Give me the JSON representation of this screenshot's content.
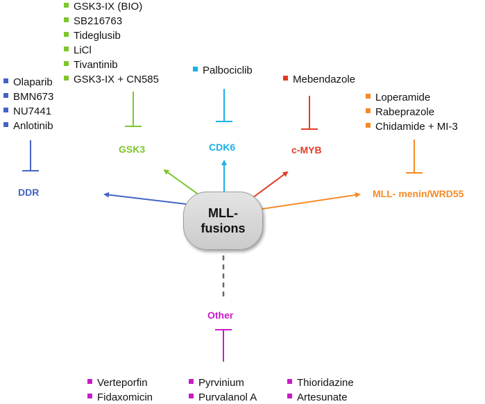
{
  "colors": {
    "ddr": "#4363c4",
    "gsk3": "#7dc62c",
    "cdk6": "#1ab0e6",
    "cmyb": "#e23b25",
    "mll_menin": "#f58a25",
    "other": "#c81bc8",
    "dashed": "#666666"
  },
  "center": {
    "line1": "MLL-",
    "line2": "fusions"
  },
  "targets": {
    "ddr": "DDR",
    "gsk3": "GSK3",
    "cdk6": "CDK6",
    "cmyb": "c-MYB",
    "mll_menin": "MLL- menin/WRD55",
    "other": "Other"
  },
  "drugs": {
    "ddr": [
      "Olaparib",
      "BMN673",
      "NU7441",
      "Anlotinib"
    ],
    "gsk3": [
      "GSK3-IX (BIO)",
      "SB216763",
      "Tideglusib",
      "LiCl",
      "Tivantinib",
      "GSK3-IX + CN585"
    ],
    "cdk6": [
      "Palbociclib"
    ],
    "cmyb": [
      "Mebendazole"
    ],
    "mll_menin": [
      "Loperamide",
      "Rabeprazole",
      "Chidamide + MI-3"
    ],
    "other": [
      "Verteporfin",
      "Fidaxomicin",
      "Pyrvinium",
      "Purvalanol A",
      "Thioridazine",
      "Artesunate"
    ]
  }
}
